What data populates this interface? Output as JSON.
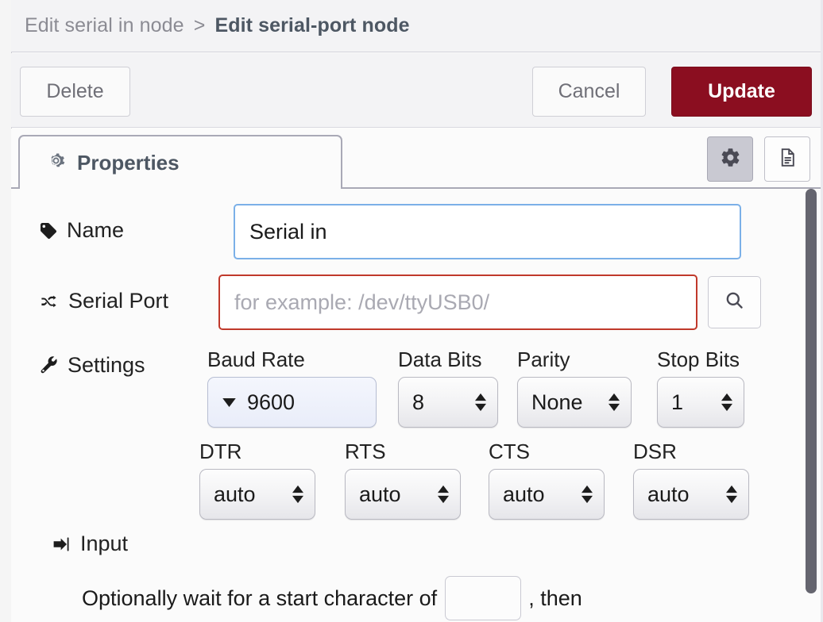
{
  "header": {
    "breadcrumb_parent": "Edit serial in node",
    "breadcrumb_separator": ">",
    "breadcrumb_current": "Edit serial-port node"
  },
  "toolbar": {
    "delete_label": "Delete",
    "cancel_label": "Cancel",
    "update_label": "Update",
    "update_color": "#8b0e20"
  },
  "tabs": {
    "properties_label": "Properties",
    "properties_icon": "gear-icon",
    "right_buttons": [
      {
        "name": "gear-icon",
        "active": true
      },
      {
        "name": "description-icon",
        "active": false
      }
    ]
  },
  "form": {
    "name": {
      "label": "Name",
      "icon": "tag-icon",
      "value": "Serial in",
      "placeholder": "Name"
    },
    "serial_port": {
      "label": "Serial Port",
      "icon": "random-icon",
      "value": "",
      "placeholder": "for example: /dev/ttyUSB0/",
      "invalid": true,
      "search_icon": "search-icon",
      "border_color": "#c0392b"
    },
    "settings": {
      "label": "Settings",
      "icon": "wrench-icon",
      "fields": [
        {
          "caption": "Baud Rate",
          "value": "9600",
          "name": "baud-rate-select",
          "highlighted": true
        },
        {
          "caption": "Data Bits",
          "value": "8",
          "name": "data-bits-select",
          "highlighted": false
        },
        {
          "caption": "Parity",
          "value": "None",
          "name": "parity-select",
          "highlighted": false
        },
        {
          "caption": "Stop Bits",
          "value": "1",
          "name": "stop-bits-select",
          "highlighted": false
        }
      ],
      "flow": [
        {
          "caption": "DTR",
          "value": "auto",
          "name": "dtr-select"
        },
        {
          "caption": "RTS",
          "value": "auto",
          "name": "rts-select"
        },
        {
          "caption": "CTS",
          "value": "auto",
          "name": "cts-select"
        },
        {
          "caption": "DSR",
          "value": "auto",
          "name": "dsr-select"
        }
      ]
    },
    "input_section": {
      "label": "Input",
      "icon": "sign-in-icon",
      "sentence_before": "Optionally wait for a start character of",
      "start_char_value": "",
      "sentence_after": ", then"
    }
  }
}
